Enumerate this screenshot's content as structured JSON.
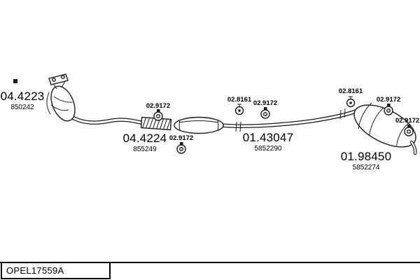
{
  "colors": {
    "line": "#1a1a1a",
    "background": "#ffffff"
  },
  "parts": [
    {
      "number": "04.4223",
      "ref": "850242"
    },
    {
      "number": "04.4224",
      "ref": "855249"
    },
    {
      "number": "01.43047",
      "ref": "5852290"
    },
    {
      "number": "01.98450",
      "ref": "5852274"
    }
  ],
  "callouts": [
    {
      "text": "02.9172"
    },
    {
      "text": "02.9172"
    },
    {
      "text": "02.8161"
    },
    {
      "text": "02.9172"
    },
    {
      "text": "02.8161"
    },
    {
      "text": "02.9172"
    },
    {
      "text": "02.9172"
    }
  ],
  "footer": {
    "code": "OPEL17559A"
  }
}
